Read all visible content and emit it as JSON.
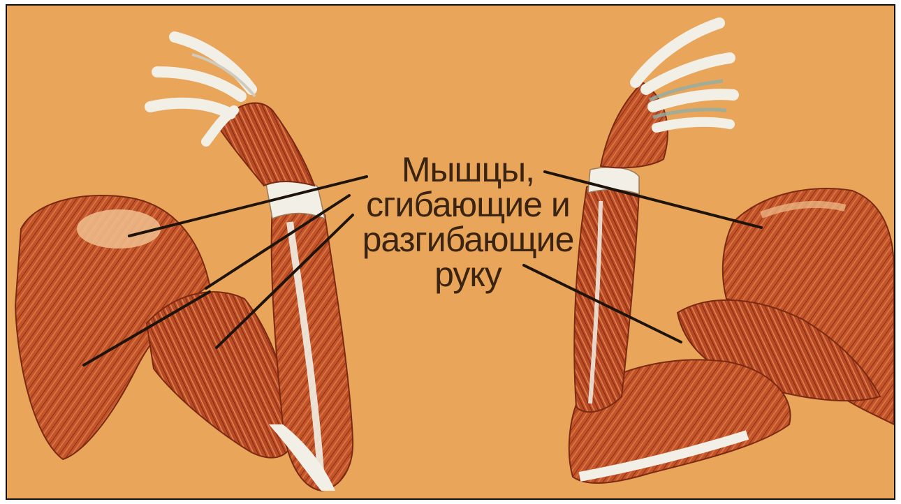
{
  "label": {
    "line1": "Мышцы,",
    "line2": "сгибающие и",
    "line3": "разгибающие",
    "line4": "руку"
  },
  "colors": {
    "background": "#E9A55A",
    "muscle": "#C2542A",
    "muscle_dark": "#8E2E17",
    "muscle_light": "#E07A45",
    "tendon": "#F1EFE6",
    "text": "#3b2411",
    "leader_line": "#1e140c"
  }
}
